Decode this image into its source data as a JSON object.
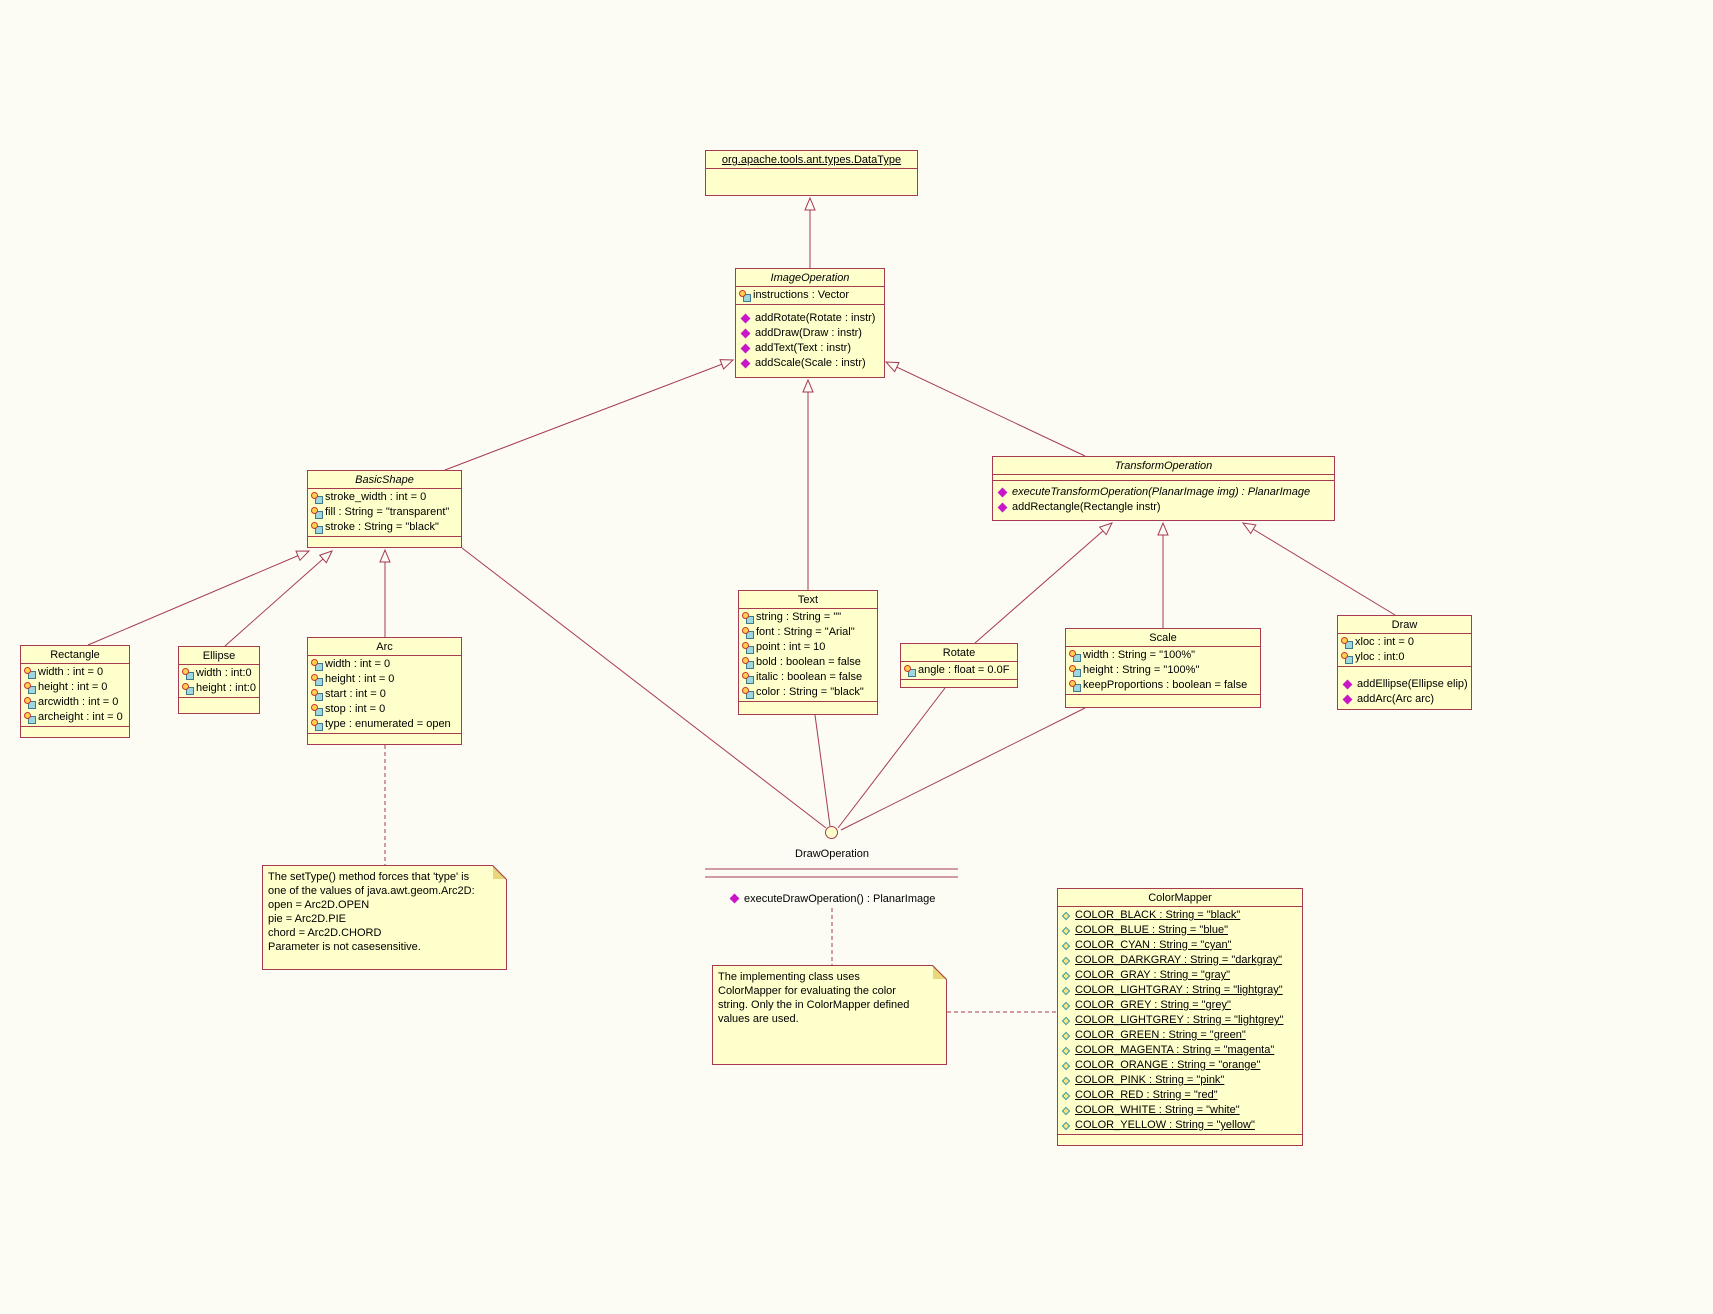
{
  "colors": {
    "background": "#FCFCF4",
    "node_fill": "#FFFFCC",
    "line": "#A63A50",
    "operation_icon": "#C816C8",
    "attribute_icon_blue": "#9FD7DF",
    "attribute_icon_yellow": "#FFD24D"
  },
  "classes": {
    "data_type": {
      "name": "org.apache.tools.ant.types.DataType"
    },
    "image_operation": {
      "name": "ImageOperation",
      "attributes": [
        "instructions : Vector"
      ],
      "operations": [
        "addRotate(Rotate : instr)",
        "addDraw(Draw : instr)",
        "addText(Text : instr)",
        "addScale(Scale : instr)"
      ]
    },
    "basic_shape": {
      "name": "BasicShape",
      "attributes": [
        "stroke_width : int = 0",
        "fill : String = \"transparent\"",
        "stroke : String = \"black\""
      ]
    },
    "transform_operation": {
      "name": "TransformOperation",
      "operations": [
        "executeTransformOperation(PlanarImage img) : PlanarImage",
        "addRectangle(Rectangle instr)"
      ]
    },
    "rectangle": {
      "name": "Rectangle",
      "attributes": [
        "width : int = 0",
        "height : int = 0",
        "arcwidth : int = 0",
        "archeight : int = 0"
      ]
    },
    "ellipse": {
      "name": "Ellipse",
      "attributes": [
        "width : int:0",
        "height : int:0"
      ]
    },
    "arc": {
      "name": "Arc",
      "attributes": [
        "width : int = 0",
        "height : int = 0",
        "start : int = 0",
        "stop : int = 0",
        "type : enumerated = open"
      ]
    },
    "text": {
      "name": "Text",
      "attributes": [
        "string : String = \"\"",
        "font : String = \"Arial\"",
        "point : int = 10",
        "bold : boolean = false",
        "italic : boolean = false",
        "color : String = \"black\""
      ]
    },
    "rotate": {
      "name": "Rotate",
      "attributes": [
        "angle : float = 0.0F"
      ]
    },
    "scale": {
      "name": "Scale",
      "attributes": [
        "width : String = \"100%\"",
        "height : String = \"100%\"",
        "keepProportions : boolean = false"
      ]
    },
    "draw": {
      "name": "Draw",
      "attributes": [
        "xloc : int = 0",
        "yloc : int:0"
      ],
      "operations": [
        "addEllipse(Ellipse elip)",
        "addArc(Arc arc)"
      ]
    },
    "color_mapper": {
      "name": "ColorMapper",
      "attributes": [
        "COLOR_BLACK : String = \"black\"",
        "COLOR_BLUE : String = \"blue\"",
        "COLOR_CYAN : String = \"cyan\"",
        "COLOR_DARKGRAY : String = \"darkgray\"",
        "COLOR_GRAY : String = \"gray\"",
        "COLOR_LIGHTGRAY : String = \"lightgray\"",
        "COLOR_GREY : String = \"grey\"",
        "COLOR_LIGHTGREY : String = \"lightgrey\"",
        "COLOR_GREEN : String = \"green\"",
        "COLOR_MAGENTA : String = \"magenta\"",
        "COLOR_ORANGE : String = \"orange\"",
        "COLOR_PINK : String = \"pink\"",
        "COLOR_RED : String = \"red\"",
        "COLOR_WHITE : String = \"white\"",
        "COLOR_YELLOW : String = \"yellow\""
      ]
    }
  },
  "interface": {
    "name": "DrawOperation",
    "operation": "executeDrawOperation() : PlanarImage"
  },
  "notes": {
    "arc_type": {
      "lines": [
        "The setType() method forces that 'type' is",
        "one of the values of java.awt.geom.Arc2D:",
        "open = Arc2D.OPEN",
        "pie = Arc2D.PIE",
        "chord = Arc2D.CHORD",
        "Parameter is not casesensitive."
      ]
    },
    "color_mapper_usage": {
      "lines": [
        "The implementing class uses",
        "ColorMapper for evaluating the color",
        "string. Only the in ColorMapper defined",
        "values are used."
      ]
    }
  }
}
